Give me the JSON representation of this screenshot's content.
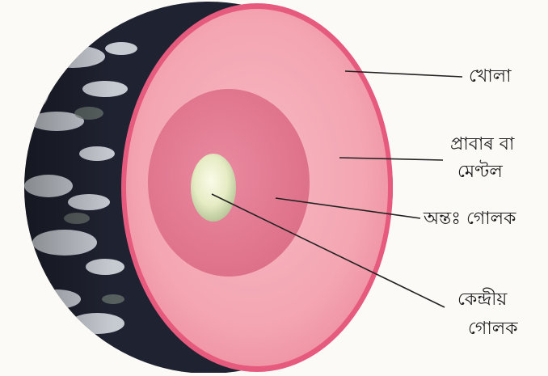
{
  "labels": {
    "crust": "খোলা",
    "mantle_line1": "প্ৰাবাৰ বা",
    "mantle_line2": "মেণ্টল",
    "outer_core": "অন্তঃ গোলক",
    "inner_core_line1": "কেন্দ্ৰীয়",
    "inner_core_line2": "গোলক"
  },
  "colors": {
    "background": "#fbfaf7",
    "crust": "#e65a7e",
    "mantle": "#f4a6b2",
    "outer_core": "#e27a91",
    "inner_core": "#f2f5d6",
    "ocean": "#1d1f2b",
    "cloud": "#e9edf2",
    "leader_line": "#222222"
  }
}
